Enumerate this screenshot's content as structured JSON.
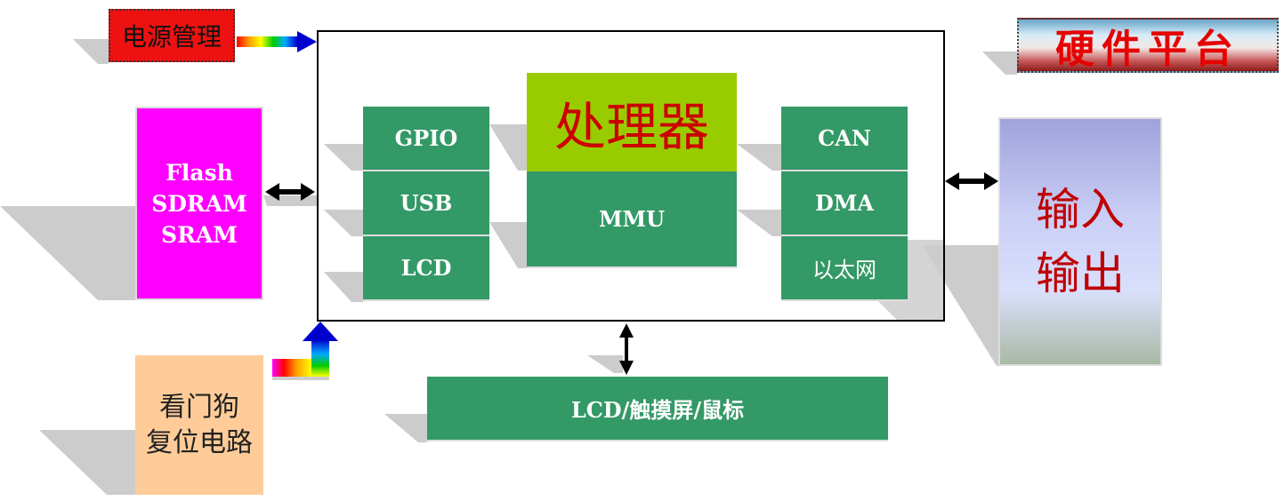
{
  "title": "硬件平台",
  "power": "电源管理",
  "memory": [
    "Flash",
    "SDRAM",
    "SRAM"
  ],
  "watchdog": [
    "看门狗",
    "复位电路"
  ],
  "io": [
    "输入",
    "输出"
  ],
  "processor": "处理器",
  "mmu": "MMU",
  "left_modules": [
    "GPIO",
    "USB",
    "LCD"
  ],
  "right_modules": [
    "CAN",
    "DMA",
    "以太网"
  ],
  "peripheral": "LCD/触摸屏/鼠标",
  "colors": {
    "green": "#339966",
    "processor_bg": "#99cc00",
    "processor_text": "#cc0000",
    "memory_bg": "#ff00ff",
    "watchdog_bg": "#ffcc99",
    "power_bg": "#ee1111",
    "io_text": "#c00000",
    "title_text": "#e60000"
  }
}
